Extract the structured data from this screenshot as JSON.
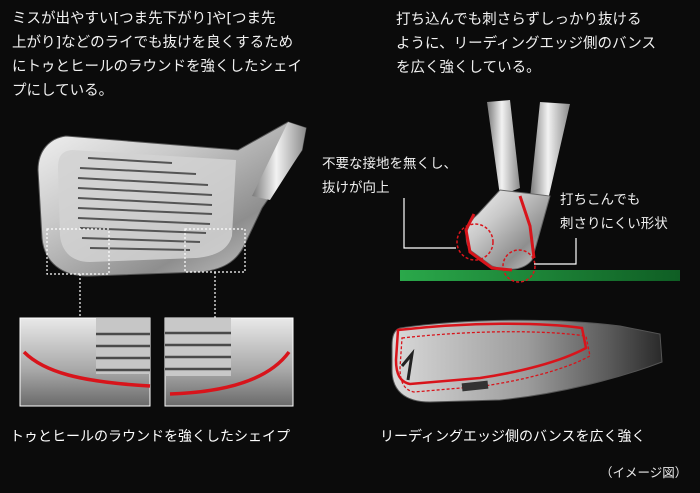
{
  "left_description": {
    "lines": [
      "ミスが出やすい[つま先下がり]や[つま先",
      "上がり]などのライでも抜けを良くするため",
      "にトゥとヒールのラウンドを強くしたシェイ",
      "プにしている。"
    ]
  },
  "right_description": {
    "lines": [
      "打ち込んでも刺さらずしっかり抜ける",
      "ように、リーディングエッジ側のバンス",
      "を広く強くしている。"
    ]
  },
  "callout_reduce_contact": {
    "lines": [
      "不要な接地を無くし、",
      "抜けが向上"
    ]
  },
  "callout_hard_to_dig": {
    "lines": [
      "打ちこんでも",
      "刺さりにくい形状"
    ]
  },
  "caption_left": "トゥとヒールのラウンドを強くしたシェイプ",
  "caption_right": "リーディングエッジ側のバンスを広く強く",
  "image_note": "（イメージ図）",
  "colors": {
    "background": "#0b0b0b",
    "highlight_red": "#d8141b",
    "turf_green": "#1f8a3a"
  }
}
